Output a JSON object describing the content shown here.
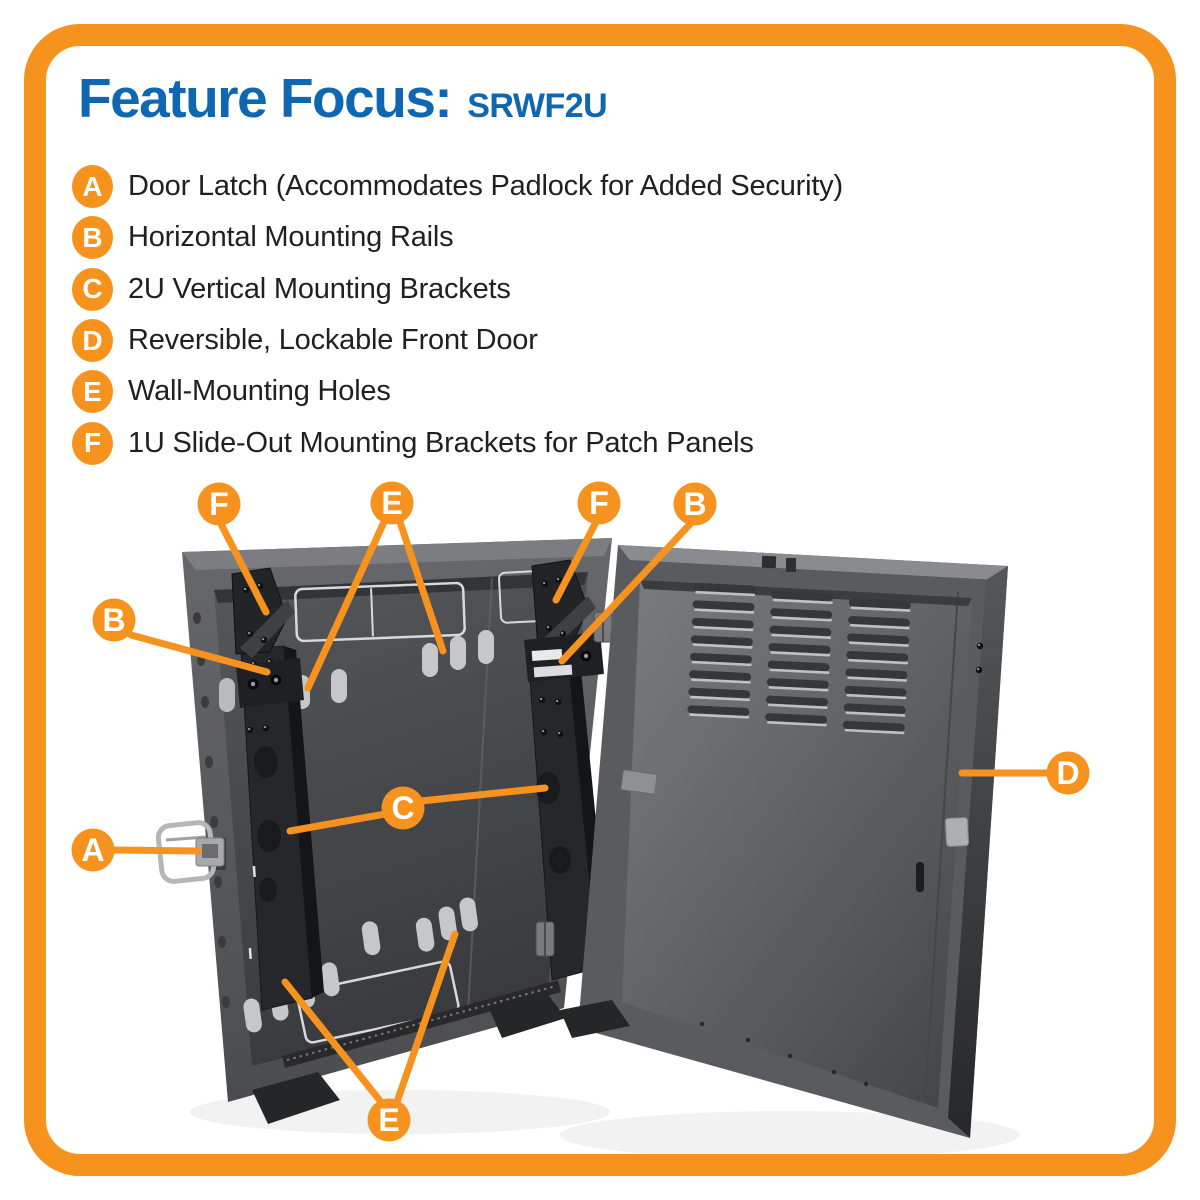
{
  "header": {
    "title": "Feature Focus:",
    "model": "SRWF2U"
  },
  "features": [
    {
      "letter": "A",
      "label": "Door Latch (Accommodates Padlock for Added Security)"
    },
    {
      "letter": "B",
      "label": "Horizontal Mounting Rails"
    },
    {
      "letter": "C",
      "label": "2U Vertical Mounting Brackets"
    },
    {
      "letter": "D",
      "label": "Reversible, Lockable Front Door"
    },
    {
      "letter": "E",
      "label": "Wall-Mounting Holes"
    },
    {
      "letter": "F",
      "label": "1U Slide-Out Mounting Brackets for Patch Panels"
    }
  ],
  "callouts": [
    {
      "letter": "F"
    },
    {
      "letter": "E"
    },
    {
      "letter": "F"
    },
    {
      "letter": "B"
    },
    {
      "letter": "B"
    },
    {
      "letter": "A"
    },
    {
      "letter": "C"
    },
    {
      "letter": "D"
    },
    {
      "letter": "E"
    }
  ],
  "colors": {
    "accent_orange": "#F6921E",
    "title_blue": "#0F67B2",
    "text_dark": "#231F20",
    "cabinet_gray": "#4E4F53",
    "door_gray": "#5F6064"
  }
}
